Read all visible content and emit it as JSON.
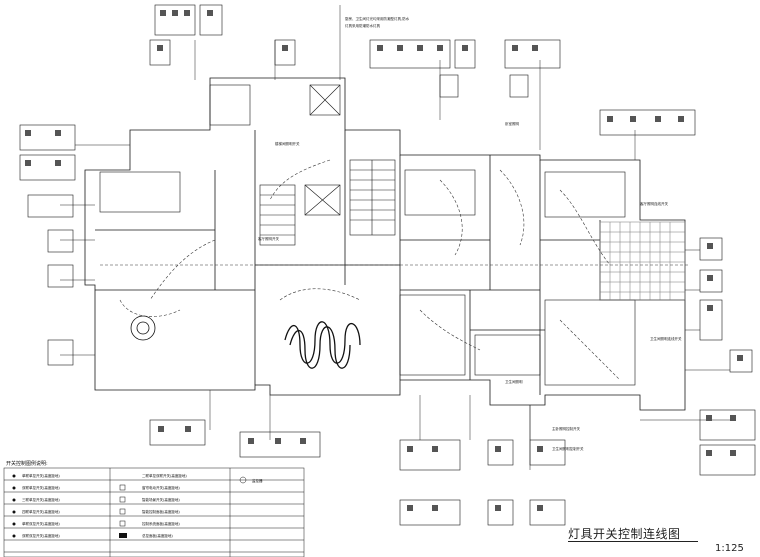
{
  "drawing": {
    "title": "灯具开关控制连线图",
    "scale": "1:125"
  },
  "legend": {
    "title": "开关控制图例说明:",
    "entries": [
      "单联单控开关(高度距地)",
      "双联单控开关(高度距地)",
      "三联单控开关(高度距地)",
      "四联单控开关(高度距地)",
      "单联双控开关(高度距地)",
      "双联双控开关(高度距地)",
      "二联单控双联开关(高度距地)",
      "窗帘电动开关(高度距地)",
      "智能场景开关(高度距地)",
      "智能控制面板(高度距地)",
      "控制系统面板(高度距地)",
      "总控面板(高度距地)",
      "监控器"
    ]
  },
  "notes": {
    "top": "厨房、卫生间灯光均采用防潮型灯具,防水",
    "top2": "灯具采用防潮防水灯具",
    "corridor": "楼梯间照明开关",
    "living": "客厅照明开关",
    "right_a": "客厅照明连线开关",
    "right_b": "卫生间照明连线开关",
    "right_c": "卧室照明",
    "right_d": "卫生间照明",
    "bottom_a": "主卧照明控制开关",
    "bottom_b": "卫生间照明控制开关"
  },
  "colors": {
    "line": "#1a1a1a",
    "wire": "#333333",
    "grid": "#777777"
  }
}
